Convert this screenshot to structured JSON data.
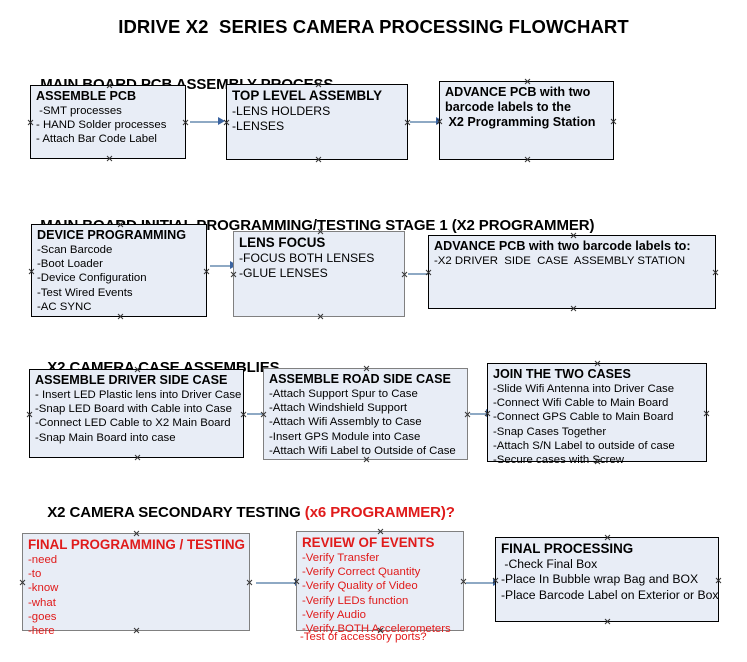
{
  "document": {
    "title": "IDRIVE X2  SERIES CAMERA PROCESSING FLOWCHART"
  },
  "theme": {
    "box_fill": "#e8edf6",
    "box_border": "#000000",
    "box_border_gray": "#808080",
    "accent_red": "#e01b1b",
    "connector_line": "#8ea9c4",
    "connector_head": "#3a63a0",
    "page_background": "#ffffff"
  },
  "sections": [
    {
      "heading": "MAIN BOARD PCB ASSEMBLY PROCESS",
      "heading_accent": "",
      "boxes": [
        {
          "title": "ASSEMBLE PCB",
          "lines": [
            " -SMT processes",
            "- HAND Solder processes",
            "- Attach Bar Code Label"
          ]
        },
        {
          "title": "TOP LEVEL ASSEMBLY",
          "lines": [
            "-LENS HOLDERS",
            "-LENSES"
          ]
        },
        {
          "title": "ADVANCE PCB with two",
          "lines": [
            "barcode labels to the",
            " X2 Programming Station"
          ]
        }
      ]
    },
    {
      "heading": "MAIN BOARD INITIAL PROGRAMMING/TESTING STAGE 1 (X2 PROGRAMMER)",
      "heading_accent": "",
      "boxes": [
        {
          "title": "DEVICE PROGRAMMING",
          "lines": [
            "-Scan Barcode",
            "-Boot Loader",
            "-Device Configuration",
            "-Test Wired Events",
            "-AC SYNC"
          ]
        },
        {
          "title": "LENS FOCUS",
          "lines": [
            "-FOCUS BOTH LENSES",
            "-GLUE LENSES"
          ]
        },
        {
          "title": "ADVANCE PCB with two barcode labels to:",
          "lines": [
            "-X2 DRIVER  SIDE  CASE  ASSEMBLY STATION"
          ]
        }
      ]
    },
    {
      "heading": "X2 CAMERA CASE ASSEMBLIES",
      "heading_accent": "",
      "boxes": [
        {
          "title": "ASSEMBLE DRIVER SIDE CASE",
          "lines": [
            "- Insert LED Plastic lens into Driver Case",
            "-Snap LED Board with Cable into Case",
            "-Connect LED Cable to X2 Main Board",
            "-Snap Main Board into case"
          ]
        },
        {
          "title": "ASSEMBLE ROAD SIDE CASE",
          "lines": [
            "-Attach Support Spur to Case",
            "-Attach Windshield Support",
            "-Attach Wifi Assembly to Case",
            "-Insert GPS Module into Case",
            "-Attach Wifi Label to Outside of Case"
          ]
        },
        {
          "title": "JOIN THE TWO CASES",
          "lines": [
            "-Slide Wifi Antenna into Driver Case",
            "-Connect Wifi Cable to Main Board",
            "-Connect GPS Cable to Main Board",
            "-Snap Cases Together",
            "-Attach S/N Label to outside of case",
            "-Secure cases with Screw"
          ]
        }
      ]
    },
    {
      "heading": "X2 CAMERA SECONDARY TESTING ",
      "heading_accent": "(x6 PROGRAMMER)?",
      "boxes": [
        {
          "title": "FINAL PROGRAMMING / TESTING",
          "lines": [
            "-need",
            "-to",
            "-know",
            "-what",
            "-goes",
            "-here"
          ]
        },
        {
          "title": "REVIEW OF EVENTS",
          "lines": [
            "-Verify Transfer",
            "-Verify Correct Quantity",
            "-Verify Quality of Video",
            "-Verify LEDs function",
            "-Verify Audio",
            "-Verify BOTH Accelerometers"
          ],
          "overflow_line": "-Test of accessory ports?"
        },
        {
          "title": "FINAL PROCESSING",
          "lines": [
            " -Check Final Box",
            "-Place In Bubble wrap Bag and BOX",
            "-Place Barcode Label on Exterior or Box"
          ]
        }
      ]
    }
  ]
}
